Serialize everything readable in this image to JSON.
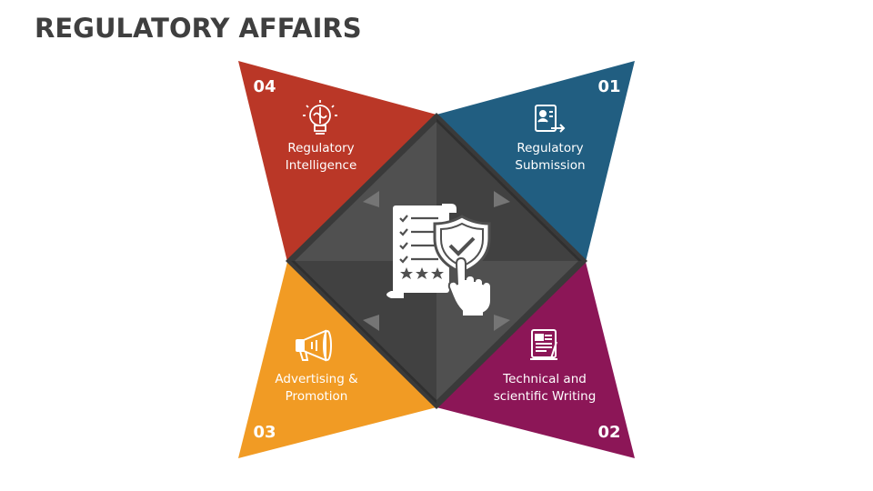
{
  "title": "REGULATORY AFFAIRS",
  "colors": {
    "segment_01": "#215E81",
    "segment_02": "#8C1657",
    "segment_03": "#F19B24",
    "segment_04": "#BA3727",
    "center": "#505050",
    "center_border": "#333333",
    "background": "#ffffff"
  },
  "segments": [
    {
      "number": "01",
      "label_line1": "Regulatory",
      "label_line2": "Submission",
      "icon": "document-user-arrow-icon"
    },
    {
      "number": "02",
      "label_line1": "Technical and",
      "label_line2": "scientific Writing",
      "icon": "writing-tablet-icon"
    },
    {
      "number": "03",
      "label_line1": "Advertising &",
      "label_line2": "Promotion",
      "icon": "megaphone-icon"
    },
    {
      "number": "04",
      "label_line1": "Regulatory",
      "label_line2": "Intelligence",
      "icon": "lightbulb-brain-icon"
    }
  ],
  "center_icon": "checklist-shield-hand-icon"
}
